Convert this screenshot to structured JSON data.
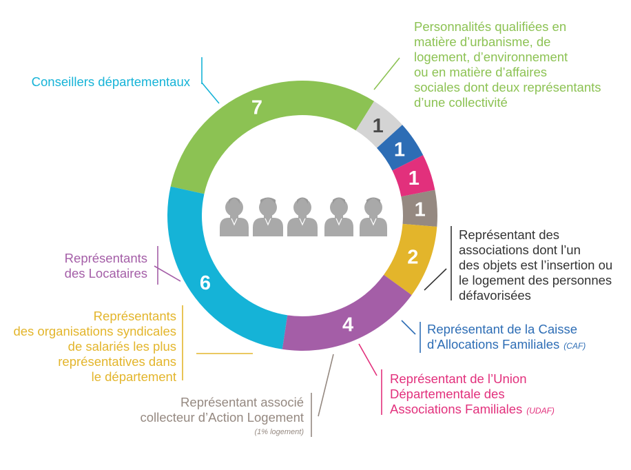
{
  "chart_data": {
    "type": "pie",
    "title": "",
    "legend": "none",
    "series": [
      {
        "key": "personnalites",
        "value": 7,
        "color": "#8cc253",
        "label_lines": [
          "Personnalités qualifiées en",
          "matière d’urbanisme, de",
          "logement, d’environnement",
          "ou en matière d’affaires",
          "sociales dont deux représentants",
          "d’une collectivité"
        ],
        "label_note": ""
      },
      {
        "key": "associations",
        "value": 1,
        "color": "#d4d4d4",
        "label_lines": [
          "Représentant des",
          "associations dont l’un",
          "des objets est l’insertion ou",
          "le logement des personnes",
          "défavorisées"
        ],
        "label_note": ""
      },
      {
        "key": "caf",
        "value": 1,
        "color": "#2d6db5",
        "label_lines": [
          "Représentant de la Caisse",
          "d’Allocations Familiales"
        ],
        "label_note": "(CAF)"
      },
      {
        "key": "udaf",
        "value": 1,
        "color": "#e2307c",
        "label_lines": [
          "Représentant de l’Union",
          "Départementale des",
          "Associations Familiales"
        ],
        "label_note": "(UDAF)"
      },
      {
        "key": "action_logement",
        "value": 1,
        "color": "#958981",
        "label_lines": [
          "Représentant associé",
          "collecteur d’Action Logement"
        ],
        "label_note": "(1% logement)"
      },
      {
        "key": "syndicales",
        "value": 2,
        "color": "#e3b52b",
        "label_lines": [
          "Représentants",
          "des organisations syndicales",
          "de salariés les plus",
          "représentatives dans",
          "le département"
        ],
        "label_note": ""
      },
      {
        "key": "locataires",
        "value": 4,
        "color": "#a45ea7",
        "label_lines": [
          "Représentants",
          "des Locataires"
        ],
        "label_note": ""
      },
      {
        "key": "conseillers",
        "value": 6,
        "color": "#15b3d7",
        "label_lines": [
          "Conseillers départementaux"
        ],
        "label_note": ""
      }
    ]
  },
  "center_icons": [
    "person-icon",
    "person-icon",
    "person-icon",
    "person-icon",
    "person-icon"
  ]
}
